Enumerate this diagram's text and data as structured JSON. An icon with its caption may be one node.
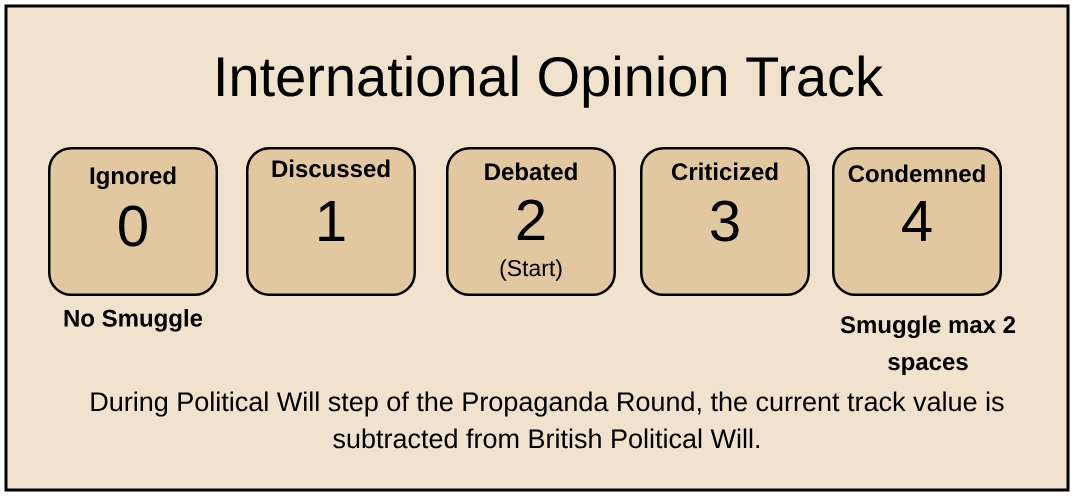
{
  "diagram": {
    "nodes": [
      {
        "text": [
          "International Opinion Track",
          "During Political Will step of the Propaganda Round, the current track value is subtracted from British Political Will."
        ]
      },
      {
        "text": [
          "Ignored",
          "0"
        ],
        "in": 0,
        "beside": [
          "No Smuggle"
        ]
      },
      {
        "text": [
          "Discussed",
          "1"
        ],
        "in": 0
      },
      {
        "text": [
          "Debated",
          "2",
          "(Start)"
        ],
        "in": 0
      },
      {
        "text": [
          "Criticized",
          "3"
        ],
        "in": 0
      },
      {
        "text": [
          "Condemned",
          "4"
        ],
        "in": 0,
        "beside": [
          "Smuggle max 2 spaces"
        ]
      }
    ]
  }
}
